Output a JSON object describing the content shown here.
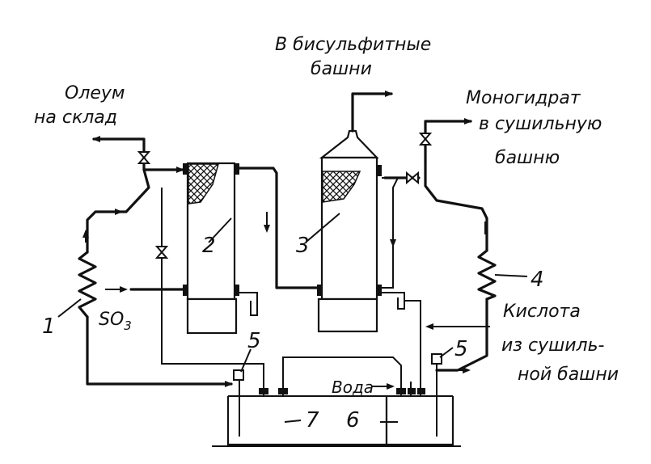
{
  "labels": {
    "to_bisulfite_line1": "В  бисульфитные",
    "to_bisulfite_line2": "башни",
    "oleum_line1": "Олеум",
    "oleum_line2": "на склад",
    "monohydrate_line1": "Моногидрат",
    "monohydrate_line2": "в  сушильную",
    "monohydrate_line3": "башню",
    "so3": "SO",
    "so3_sub": "3",
    "acid_line1": "Кислота",
    "acid_line2": "из сушиль-",
    "acid_line3": "ной башни",
    "water": "Вода"
  },
  "numbers": {
    "n1": "1",
    "n2": "2",
    "n3": "3",
    "n4": "4",
    "n5_left": "5",
    "n5_right": "5",
    "n6": "6",
    "n7": "7"
  }
}
